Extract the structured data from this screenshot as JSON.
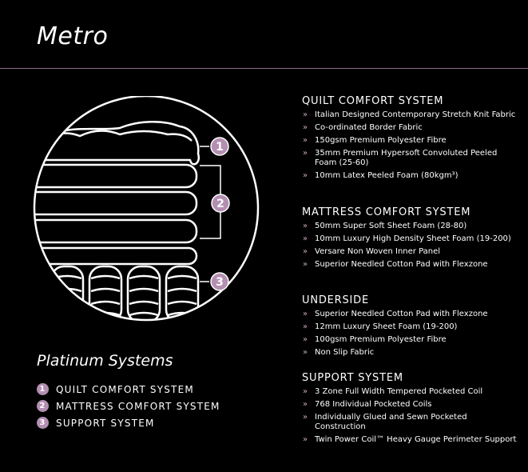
{
  "title": "Metro",
  "diagram_labels": [
    "1",
    "2",
    "3"
  ],
  "platinum": {
    "title": "Platinum Systems",
    "items": [
      {
        "num": "1",
        "label": "QUILT COMFORT SYSTEM"
      },
      {
        "num": "2",
        "label": "MATTRESS COMFORT SYSTEM"
      },
      {
        "num": "3",
        "label": "SUPPORT SYSTEM"
      }
    ]
  },
  "sections": [
    {
      "heading": "QUILT COMFORT SYSTEM",
      "items": [
        "Italian Designed Contemporary Stretch Knit Fabric",
        "Co-ordinated Border Fabric",
        "150gsm Premium Polyester Fibre",
        "35mm Premium Hypersoft Convoluted Peeled Foam (25-60)",
        "10mm Latex Peeled Foam (80kgm³)"
      ]
    },
    {
      "heading": "MATTRESS COMFORT SYSTEM",
      "items": [
        "50mm Super Soft Sheet Foam (28-80)",
        "10mm Luxury High Density Sheet Foam (19-200)",
        "Versare Non Woven Inner Panel",
        "Superior Needled Cotton Pad with Flexzone"
      ]
    },
    {
      "heading": "UNDERSIDE",
      "items": [
        "Superior Needled Cotton Pad with Flexzone",
        "12mm Luxury Sheet Foam (19-200)",
        "100gsm Premium Polyester Fibre",
        "Non Slip Fabric"
      ]
    },
    {
      "heading": "SUPPORT SYSTEM",
      "items": [
        "3 Zone Full Width Tempered Pocketed Coil",
        "768 Individual Pocketed Coils",
        "Individually Glued and Sewn Pocketed Construction",
        "Twin Power Coil™ Heavy Gauge Perimeter Support"
      ]
    }
  ],
  "colors": {
    "accent": "#b48fb2",
    "rule": "#8e6a8c",
    "background": "#000000"
  }
}
